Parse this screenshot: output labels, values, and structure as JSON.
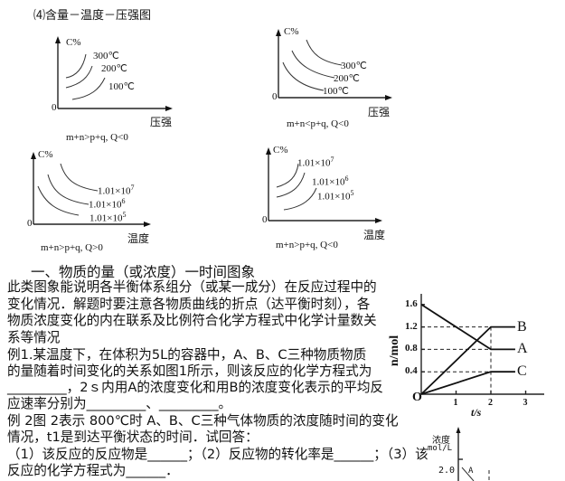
{
  "title": "⑷含量－温度－压强图",
  "charts": [
    {
      "ylabel": "C%",
      "xlabel": "压强",
      "origin": "0",
      "curves": [
        "300℃",
        "200℃",
        "100℃"
      ],
      "caption": "m+n>p+q,  Q<0"
    },
    {
      "ylabel": "C%",
      "xlabel": "压强",
      "origin": "0",
      "curves": [
        "300℃",
        "200℃",
        "100℃"
      ],
      "caption": "m+n<p+q,  Q<0"
    },
    {
      "ylabel": "C%",
      "xlabel": "温度",
      "origin": "0",
      "curves": [
        "1.01×10",
        "1.01×10",
        "1.01×10"
      ],
      "exponents": [
        "7",
        "6",
        "5"
      ],
      "caption": "m+n>p+q,  Q>0"
    },
    {
      "ylabel": "C%",
      "xlabel": "温度",
      "origin": "0",
      "curves": [
        "1.01×10",
        "1.01×10",
        "1.01×10"
      ],
      "exponents": [
        "7",
        "6",
        "5"
      ],
      "caption": "m+n>p+q,  Q<0"
    }
  ],
  "section_heading": "一、物质的量（或浓度）一时间图象",
  "lines": [
    "此类图象能说明各半衡体系组分（或某一成分）在反应过程中的",
    "变化情况．解题时要注意各物质曲线的折点（达平衡时刻），各",
    "物质浓度变化的内在联系及比例符合化学方程式中化学计量数关",
    "系等情况",
    "例1.某温度下，在体积为5L的容器中，A、B、C三种物质物质",
    "的量随着时间变化的关系如图1所示，则该反应的化学方程式为",
    "_________，2ｓ内用A的浓度变化和用B的浓度变化表示的平均反",
    "应速率分别为_________、_________。",
    "例 2图    2表示   800℃时  A、B、C三种气体物质的浓度随时间的变化",
    "情况，t1是到达平衡状态的时间．试回答：",
    "（1）该反应的反应物是______；（2）反应物的转化率是______；（3）该",
    "反应的化学方程式为______．"
  ],
  "chart_data": [
    {
      "type": "line",
      "xlabel": "t/s",
      "ylabel": "n/mol",
      "origin_label": "O",
      "x_ticks": [
        "1",
        "2",
        "3"
      ],
      "y_ticks": [
        "0.4",
        "0.8",
        "1.2",
        "1.6"
      ],
      "xlim": [
        0,
        3.5
      ],
      "ylim": [
        0,
        1.9
      ],
      "series": [
        {
          "name": "A",
          "x": [
            0,
            2,
            2.7
          ],
          "y": [
            1.6,
            0.8,
            0.8
          ]
        },
        {
          "name": "B",
          "x": [
            0,
            2,
            2.7
          ],
          "y": [
            0,
            1.2,
            1.2
          ]
        },
        {
          "name": "C",
          "x": [
            0,
            2,
            2.7
          ],
          "y": [
            0,
            0.4,
            0.4
          ]
        }
      ]
    },
    {
      "type": "line",
      "ylabel": "浓度",
      "yunit": "mol/L",
      "y_ticks": [
        "2.0"
      ],
      "series_labels": [
        "A"
      ]
    }
  ]
}
